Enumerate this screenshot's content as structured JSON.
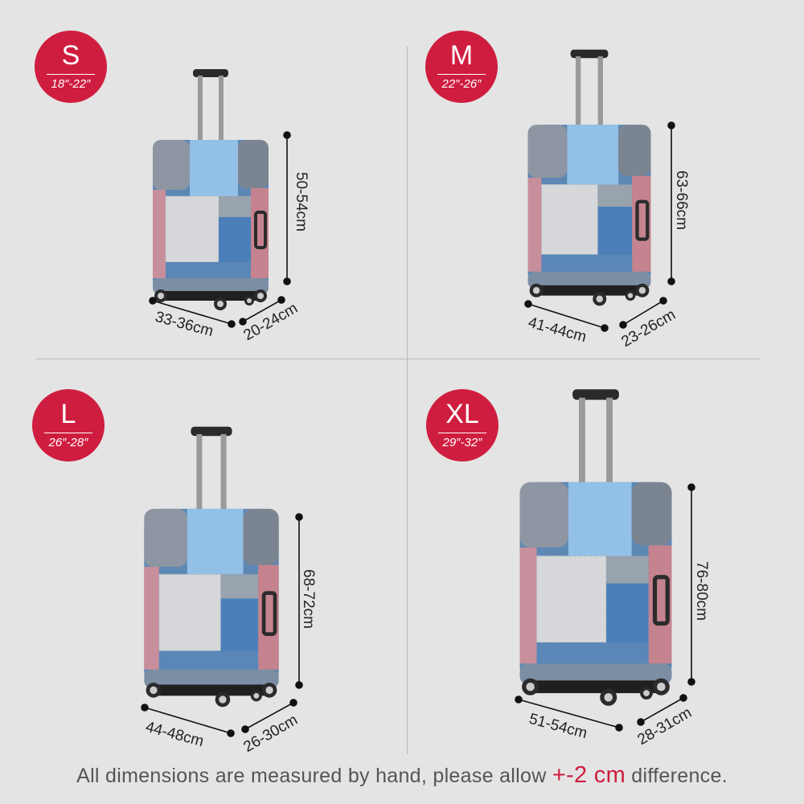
{
  "sizes": {
    "s": {
      "size": "S",
      "range": "18″-22″",
      "height": "50-54cm",
      "width": "33-36cm",
      "depth": "20-24cm"
    },
    "m": {
      "size": "M",
      "range": "22″-26″",
      "height": "63-66cm",
      "width": "41-44cm",
      "depth": "23-26cm"
    },
    "l": {
      "size": "L",
      "range": "26″-28″",
      "height": "68-72cm",
      "width": "44-48cm",
      "depth": "26-30cm"
    },
    "xl": {
      "size": "XL",
      "range": "29″-32″",
      "height": "76-80cm",
      "width": "51-54cm",
      "depth": "28-31cm"
    }
  },
  "footer": {
    "before": "All dimensions are measured by hand, please allow ",
    "highlight": "+-2 cm",
    "after": " difference."
  },
  "colors": {
    "accent": "#cf1d3f",
    "background": "#e4e4e4",
    "text": "#555555"
  }
}
